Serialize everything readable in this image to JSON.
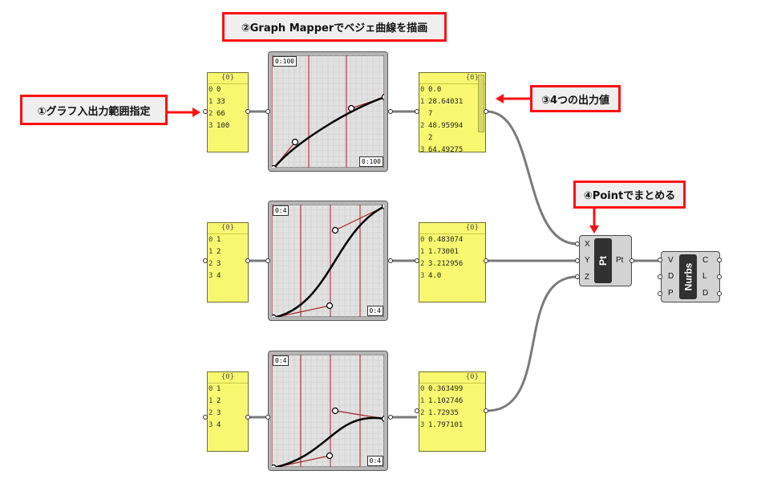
{
  "callouts": {
    "c1": "①グラフ入出力範囲指定",
    "c2": "②Graph Mapperでベジェ曲線を描画",
    "c3": "③4つの出力値",
    "c4": "④Pointでまとめる"
  },
  "panels": {
    "in1": {
      "header": "{0}",
      "rows": [
        {
          "i": "0",
          "v": "0"
        },
        {
          "i": "1",
          "v": "33"
        },
        {
          "i": "2",
          "v": "66"
        },
        {
          "i": "3",
          "v": "100"
        }
      ]
    },
    "in2": {
      "header": "{0}",
      "rows": [
        {
          "i": "0",
          "v": "1"
        },
        {
          "i": "1",
          "v": "2"
        },
        {
          "i": "2",
          "v": "3"
        },
        {
          "i": "3",
          "v": "4"
        }
      ]
    },
    "in3": {
      "header": "{0}",
      "rows": [
        {
          "i": "0",
          "v": "1"
        },
        {
          "i": "1",
          "v": "2"
        },
        {
          "i": "2",
          "v": "3"
        },
        {
          "i": "3",
          "v": "4"
        }
      ]
    },
    "out1": {
      "header": "{0}",
      "rows": [
        {
          "i": "0",
          "v": "0.0"
        },
        {
          "i": "1",
          "v": "28.64031"
        },
        {
          "i": "",
          "v": "7"
        },
        {
          "i": "2",
          "v": "48.95994"
        },
        {
          "i": "",
          "v": "2"
        },
        {
          "i": "3",
          "v": "64.49275"
        }
      ]
    },
    "out2": {
      "header": "{0}",
      "rows": [
        {
          "i": "0",
          "v": "0.483074"
        },
        {
          "i": "1",
          "v": "1.73001"
        },
        {
          "i": "2",
          "v": "3.212956"
        },
        {
          "i": "3",
          "v": "4.0"
        }
      ]
    },
    "out3": {
      "header": "{0}",
      "rows": [
        {
          "i": "0",
          "v": "0.363499"
        },
        {
          "i": "1",
          "v": "1.102746"
        },
        {
          "i": "2",
          "v": "1.72935"
        },
        {
          "i": "3",
          "v": "1.797101"
        }
      ]
    }
  },
  "mappers": {
    "m1": {
      "tl": "0:100",
      "br": "0:100"
    },
    "m2": {
      "tl": "0:4",
      "br": "0:4"
    },
    "m3": {
      "tl": "0:4",
      "br": "0:4"
    }
  },
  "point_component": {
    "core": "Pt",
    "inputs": [
      "X",
      "Y",
      "Z"
    ],
    "output": "Pt"
  },
  "nurbs_component": {
    "core": "Nurbs",
    "inputs": [
      "V",
      "D",
      "P"
    ],
    "outputs": [
      "C",
      "L",
      "D"
    ]
  }
}
